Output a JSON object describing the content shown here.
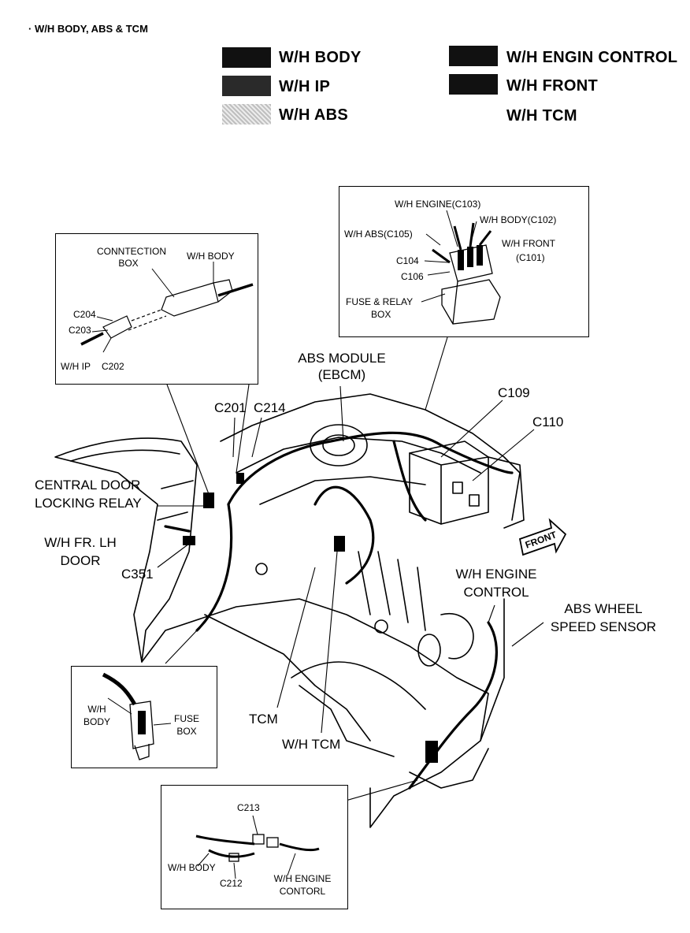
{
  "header": {
    "title": "· W/H BODY,  ABS & TCM"
  },
  "legend": [
    {
      "label": "W/H BODY",
      "swatch": "solid"
    },
    {
      "label": "W/H IP",
      "swatch": "dark"
    },
    {
      "label": "W/H ABS",
      "swatch": "stipple"
    },
    {
      "label": "W/H ENGIN CONTROL",
      "swatch": "solid"
    },
    {
      "label": "W/H FRONT",
      "swatch": "solid"
    },
    {
      "label": "W/H TCM",
      "swatch": "none"
    }
  ],
  "inset_connection": {
    "connection_box": [
      "CONNTECTION",
      "BOX"
    ],
    "wh_body": "W/H BODY",
    "c204": "C204",
    "c203": "C203",
    "wh_ip": "W/H IP",
    "c202": "C202"
  },
  "inset_fuse_relay": {
    "wh_engine": "W/H ENGINE(C103)",
    "wh_body": "W/H BODY(C102)",
    "wh_abs": "W/H ABS(C105)",
    "wh_front": "W/H FRONT",
    "c101": "(C101)",
    "c104": "C104",
    "c106": "C106",
    "fuse_relay": "FUSE & RELAY",
    "box": "BOX"
  },
  "inset_fuse_box": {
    "wh_body": [
      "W/H",
      "BODY"
    ],
    "fuse_box": [
      "FUSE",
      "BOX"
    ]
  },
  "inset_bottom": {
    "c213": "C213",
    "wh_body": "W/H BODY",
    "c212": "C212",
    "wh_engine": [
      "W/H ENGINE",
      "CONTORL"
    ]
  },
  "callouts": {
    "abs_module": [
      "ABS MODULE",
      "(EBCM)"
    ],
    "c109": "C109",
    "c110": "C110",
    "c201": "C201",
    "c214": "C214",
    "central_door": [
      "CENTRAL DOOR",
      "LOCKING RELAY"
    ],
    "wh_fr_lh": [
      "W/H FR. LH",
      "DOOR"
    ],
    "c351": "C351",
    "wh_engine_control": [
      "W/H ENGINE",
      "CONTROL"
    ],
    "abs_wheel": [
      "ABS WHEEL",
      "SPEED SENSOR"
    ],
    "tcm": "TCM",
    "wh_tcm": "W/H TCM",
    "front_arrow": "FRONT"
  }
}
